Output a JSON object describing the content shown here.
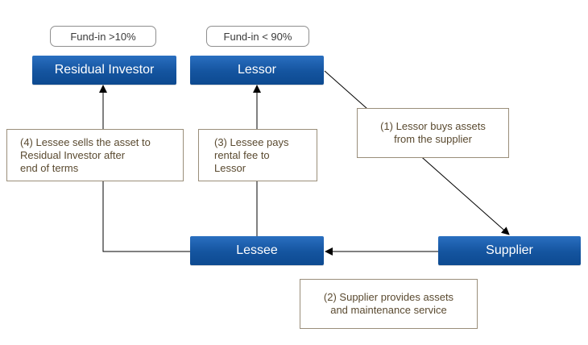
{
  "funding": {
    "residual": "Fund-in >10%",
    "lessor": "Fund-in < 90%"
  },
  "nodes": {
    "residual_investor": "Residual Investor",
    "lessor": "Lessor",
    "lessee": "Lessee",
    "supplier": "Supplier"
  },
  "notes": {
    "step1": "(1) Lessor buys assets\nfrom the supplier",
    "step2": "(2) Supplier provides assets\nand maintenance service",
    "step3": "(3) Lessee pays\nrental fee to\nLessor",
    "step4": "(4) Lessee sells the asset to\nResidual Investor after\nend of terms"
  },
  "colors": {
    "node_blue": "#14549f",
    "note_border": "#9a8e7a",
    "note_text": "#5a4a30",
    "line": "#000000"
  }
}
